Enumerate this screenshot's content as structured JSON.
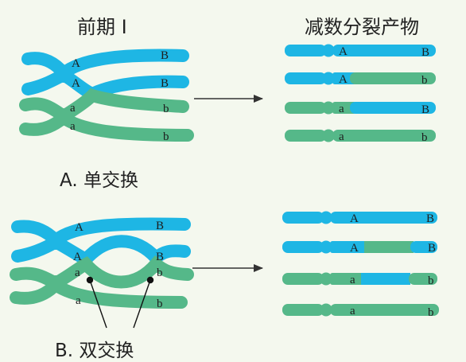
{
  "headers": {
    "prophase": "前期 I",
    "products": "减数分裂产物"
  },
  "panelA": {
    "caption": "A. 单交换",
    "pairing_labels": [
      "A",
      "B",
      "A",
      "B",
      "a",
      "b",
      "a",
      "b"
    ],
    "products": [
      {
        "left": "A",
        "right": "B",
        "segments": [
          "blue",
          "blue"
        ]
      },
      {
        "left": "A",
        "right": "b",
        "segments": [
          "blue",
          "green"
        ]
      },
      {
        "left": "a",
        "right": "B",
        "segments": [
          "green",
          "blue"
        ]
      },
      {
        "left": "a",
        "right": "b",
        "segments": [
          "green",
          "green"
        ]
      }
    ]
  },
  "panelB": {
    "caption": "B. 双交换",
    "pairing_labels": [
      "A",
      "B",
      "A",
      "B",
      "a",
      "b",
      "a",
      "b"
    ],
    "products": [
      {
        "left": "A",
        "right": "B",
        "segments": [
          "blue",
          "blue",
          "blue"
        ]
      },
      {
        "left": "A",
        "right": "B",
        "segments": [
          "blue",
          "green",
          "blue"
        ]
      },
      {
        "left": "a",
        "right": "b",
        "segments": [
          "green",
          "blue",
          "green"
        ]
      },
      {
        "left": "a",
        "right": "b",
        "segments": [
          "green",
          "green",
          "green"
        ]
      }
    ]
  },
  "colors": {
    "maternal": "#1eb6e4",
    "paternal": "#55b889",
    "background": "#f4f8ee",
    "ink": "#222222"
  }
}
